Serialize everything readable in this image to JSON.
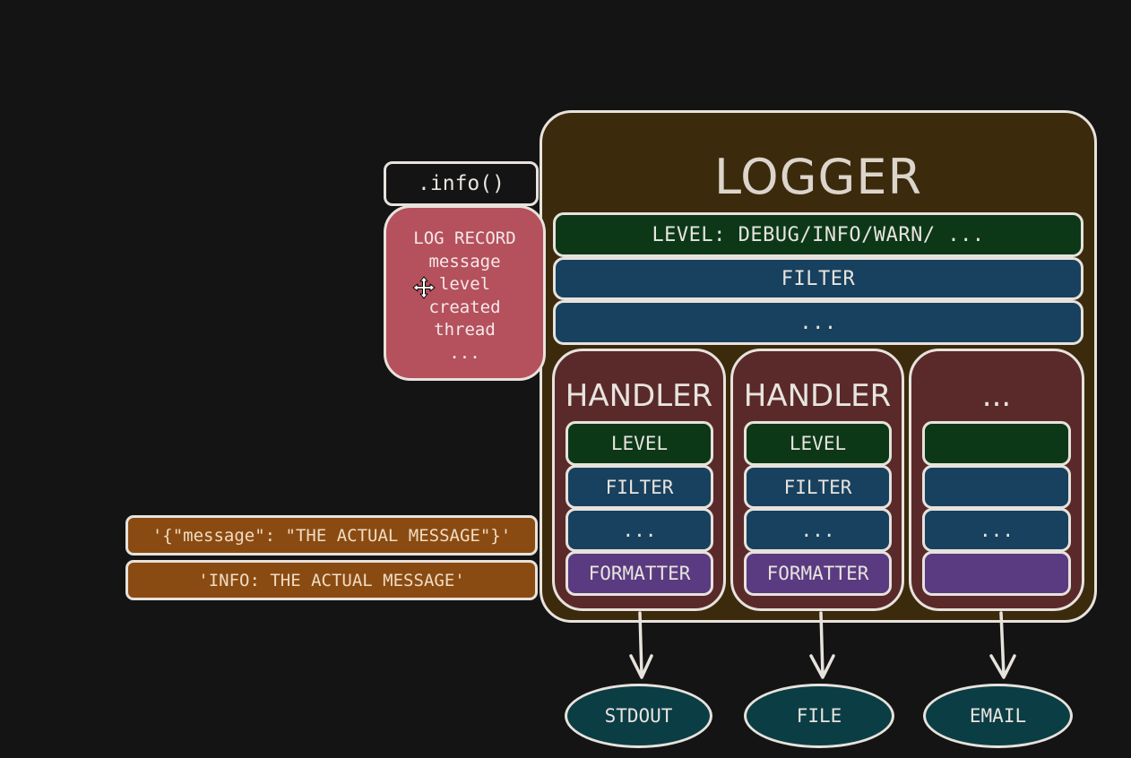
{
  "call": {
    "label": ".info()"
  },
  "log_record": {
    "lines": [
      "LOG RECORD",
      "message",
      "level",
      "created",
      "thread",
      "..."
    ]
  },
  "outputs": [
    "'{\"message\": \"THE ACTUAL MESSAGE\"}'",
    "'INFO: THE ACTUAL MESSAGE'"
  ],
  "logger": {
    "title": "LOGGER",
    "level": "LEVEL: DEBUG/INFO/WARN/ ...",
    "filter": "FILTER",
    "more": "..."
  },
  "handlers": [
    {
      "title": "HANDLER",
      "level": "LEVEL",
      "filter": "FILTER",
      "more": "...",
      "formatter": "FORMATTER"
    },
    {
      "title": "HANDLER",
      "level": "LEVEL",
      "filter": "FILTER",
      "more": "...",
      "formatter": "FORMATTER"
    },
    {
      "title": "...",
      "level": "",
      "filter": "",
      "more": "...",
      "formatter": ""
    }
  ],
  "destinations": [
    "STDOUT",
    "FILE",
    "EMAIL"
  ],
  "colors": {
    "background": "#141414",
    "logger": "#3b2a0c",
    "level": "#0c3818",
    "filter": "#17415e",
    "formatter": "#5a3a80",
    "handler": "#5a2a2a",
    "log_record": "#b4515c",
    "output": "#8a4b12",
    "destination": "#0b3d44",
    "stroke": "#e7e2dc"
  },
  "icons": {
    "cursor": "move-cursor-icon"
  }
}
